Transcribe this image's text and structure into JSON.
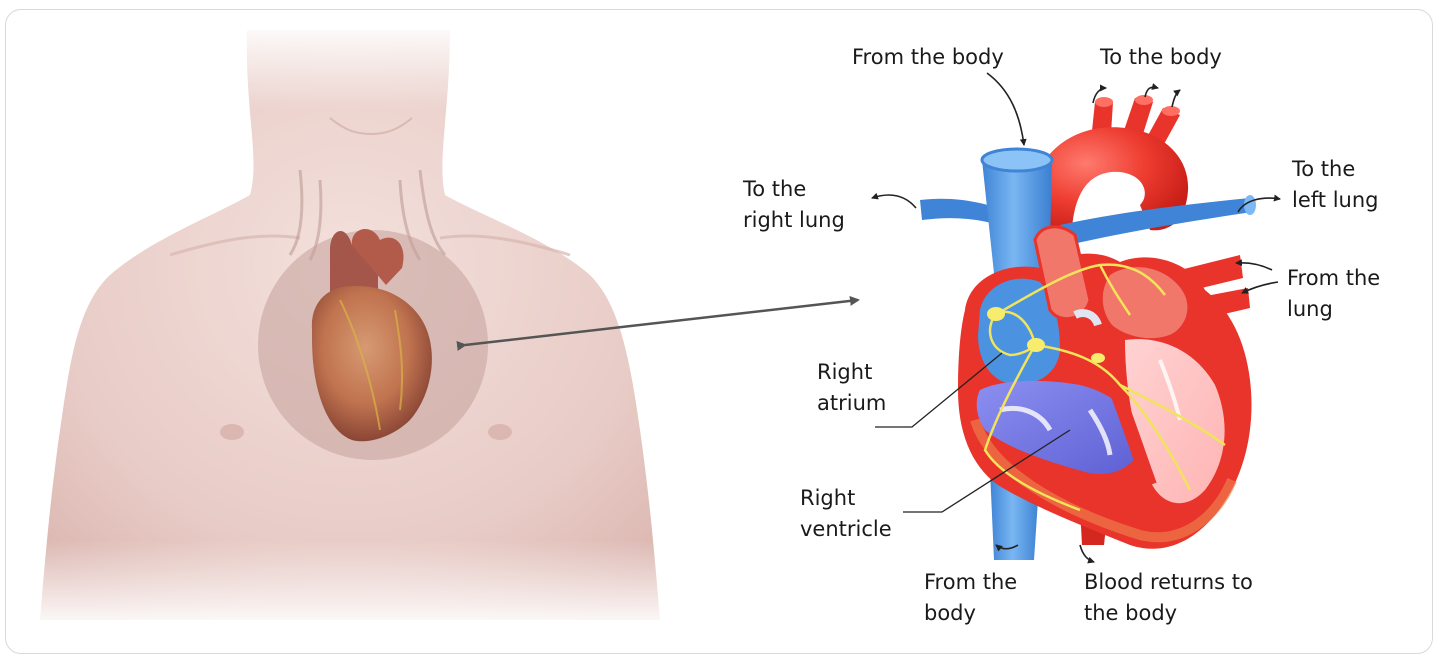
{
  "labels": {
    "from_body_top": "From the body",
    "to_body_top": "To the body",
    "to_right_lung_1": "To the",
    "to_right_lung_2": "right lung",
    "to_left_lung_1": "To the",
    "to_left_lung_2": "left lung",
    "from_lung_1": "From the",
    "from_lung_2": "lung",
    "right_atrium_1": "Right",
    "right_atrium_2": "atrium",
    "right_ventricle_1": "Right",
    "right_ventricle_2": "ventricle",
    "from_body_bottom_1": "From the",
    "from_body_bottom_2": "body",
    "blood_returns_1": "Blood returns to",
    "blood_returns_2": "the body"
  },
  "colors": {
    "skin": "#ecd2cd",
    "artery_red": "#e8342b",
    "vein_blue": "#4b92e0",
    "ventricle_violet": "#6f73e0",
    "conduction_yellow": "#f1e45a",
    "arrow_gray": "#555555"
  }
}
